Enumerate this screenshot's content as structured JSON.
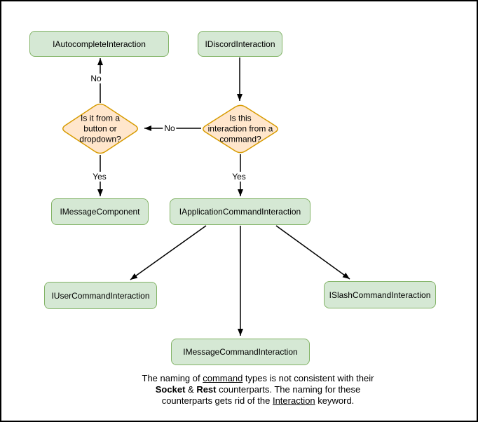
{
  "diagram": {
    "colors": {
      "node_fill": "#d5e8d4",
      "node_border": "#82b366",
      "decision_fill": "#ffe6cc",
      "decision_border": "#d79b00",
      "arrow": "#000000",
      "text": "#000000"
    },
    "nodes": {
      "autocomplete": {
        "label": "IAutocompleteInteraction"
      },
      "discord": {
        "label": "IDiscordInteraction"
      },
      "message_component": {
        "label": "IMessageComponent"
      },
      "application_command": {
        "label": "IApplicationCommandInteraction"
      },
      "user_command": {
        "label": "IUserCommandInteraction"
      },
      "slash_command": {
        "label": "ISlashCommandInteraction"
      },
      "message_command": {
        "label": "IMessageCommandInteraction"
      }
    },
    "decisions": {
      "button_dropdown": {
        "lines": [
          "Is it from a",
          "button or",
          "dropdown?"
        ]
      },
      "from_command": {
        "lines": [
          "Is this",
          "interaction from a",
          "command?"
        ]
      }
    },
    "edge_labels": {
      "no_to_autocomplete": "No",
      "no_to_button_dropdown": "No",
      "yes_to_message_component": "Yes",
      "yes_to_application_command": "Yes"
    }
  },
  "footer": {
    "l1a": "The naming of ",
    "l1b": "command",
    "l1c": " types is not consistent with their",
    "l2a": "Socket",
    "l2b": " & ",
    "l2c": "Rest",
    "l2d": " counterparts. The naming for these",
    "l3a": "counterparts gets rid of the ",
    "l3b": "Interaction",
    "l3c": " keyword."
  }
}
